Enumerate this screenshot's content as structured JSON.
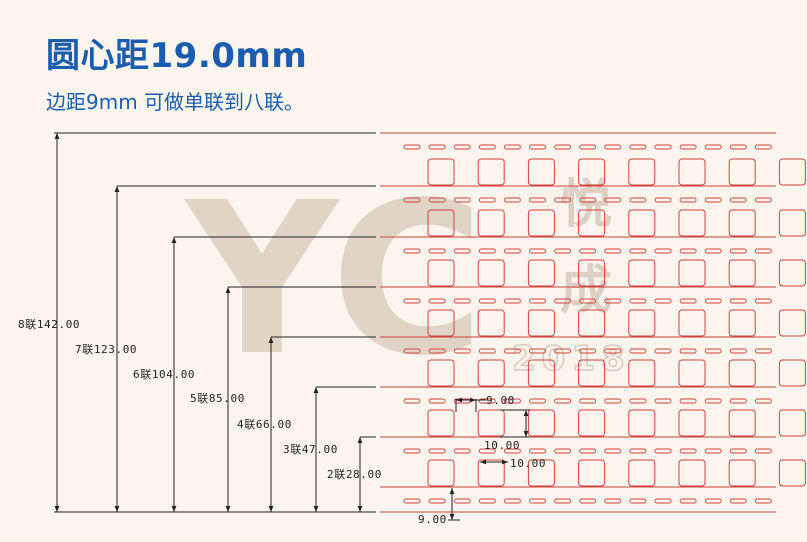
{
  "header": {
    "title": "圆心距19.0mm",
    "subtitle": "边距9mm 可做单联到八联。"
  },
  "watermark": {
    "letters": "YC",
    "chars": [
      "悦",
      "成"
    ],
    "year": "2018",
    "color": "#d9cbbd"
  },
  "colors": {
    "background": "#fbf5ee",
    "title": "#1a5cae",
    "die_line": "#d2403d",
    "dimension_line": "#222222"
  },
  "dimensions": {
    "tiers": [
      {
        "label": "8联142.00"
      },
      {
        "label": "7联123.00"
      },
      {
        "label": "6联104.00"
      },
      {
        "label": "5联85.00"
      },
      {
        "label": "4联66.00"
      },
      {
        "label": "3联47.00"
      },
      {
        "label": "2联28.00"
      }
    ],
    "details": {
      "hole_pitch_label": "9.00",
      "hole_height_label": "10.00",
      "hole_width_label": "10.00",
      "edge_margin_label": "9.00"
    }
  },
  "grid": {
    "rows": 7,
    "columns": 8,
    "perforation_rows": 8,
    "perforations_per_row": 15
  }
}
